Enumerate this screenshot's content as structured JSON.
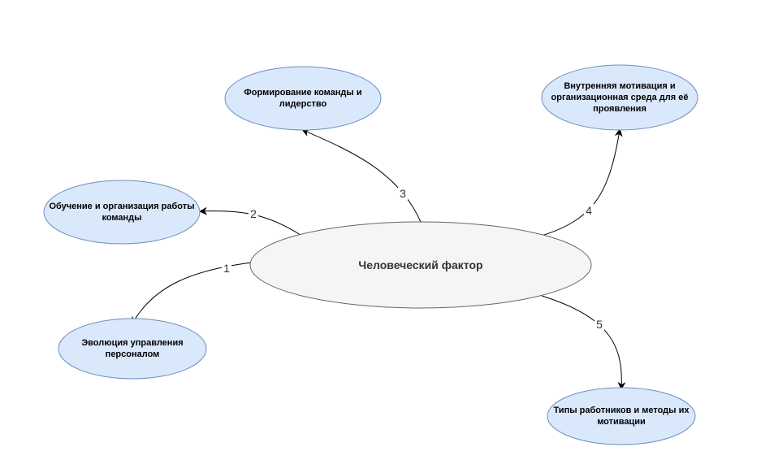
{
  "center": {
    "label": "Человеческий фактор"
  },
  "nodes": [
    {
      "id": "team-leadership",
      "label": "Формирование команды и лидерство"
    },
    {
      "id": "motivation-environment",
      "label": "Внутренняя мотивация и организационная среда для её проявления"
    },
    {
      "id": "training-organization",
      "label": "Обучение и организация работы команды"
    },
    {
      "id": "hr-evolution",
      "label": "Эволюция управления персоналом"
    },
    {
      "id": "worker-types",
      "label": "Типы работников и методы их мотивации"
    }
  ],
  "edges": [
    {
      "label": "1"
    },
    {
      "label": "2"
    },
    {
      "label": "3"
    },
    {
      "label": "4"
    },
    {
      "label": "5"
    }
  ],
  "colors": {
    "node_fill": "#dae8fc",
    "node_stroke": "#6c8ebf",
    "center_fill": "#f5f5f5",
    "center_stroke": "#666666",
    "edge_stroke": "#000000"
  }
}
